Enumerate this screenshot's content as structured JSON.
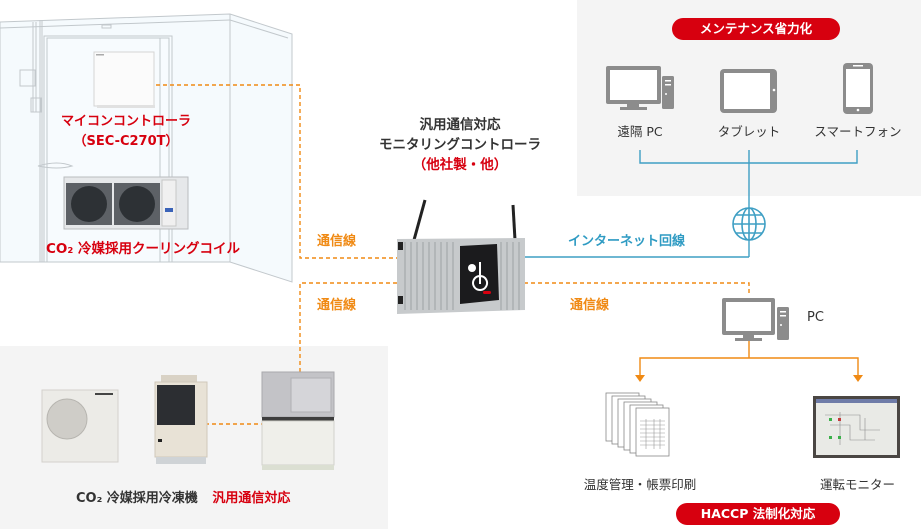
{
  "colors": {
    "accent_red": "#d7000f",
    "comm_orange": "#f08a14",
    "internet_blue": "#2f9bc3",
    "icon_gray": "#8c8c8c",
    "panel_bg": "#f4f4f4"
  },
  "cold_room": {
    "controller_label_line1": "マイコンコントローラ",
    "controller_label_line2": "（SEC-C270T）",
    "coil_label": "CO₂ 冷媒採用クーリングコイル"
  },
  "monitoring_controller": {
    "title_line1": "汎用通信対応",
    "title_line2": "モニタリングコントローラ",
    "note": "（他社製・他）"
  },
  "connections": {
    "comm_line_upper": "通信線",
    "comm_line_lower": "通信線",
    "comm_line_right": "通信線",
    "internet_line": "インターネット回線"
  },
  "maintenance": {
    "badge": "メンテナンス省力化",
    "devices": [
      {
        "icon": "desktop-pc-icon",
        "label": "遠隔 PC"
      },
      {
        "icon": "tablet-icon",
        "label": "タブレット"
      },
      {
        "icon": "smartphone-icon",
        "label": "スマートフォン"
      }
    ],
    "network_icon": "globe-icon"
  },
  "haccp": {
    "pc_label": "PC",
    "outputs": [
      {
        "icon": "document-stack-icon",
        "label": "温度管理・帳票印刷"
      },
      {
        "icon": "monitor-screen-icon",
        "label": "運転モニター"
      }
    ],
    "badge": "HACCP 法制化対応"
  },
  "refrigerators": {
    "label": "CO₂ 冷媒採用冷凍機",
    "label_highlight": "汎用通信対応"
  }
}
